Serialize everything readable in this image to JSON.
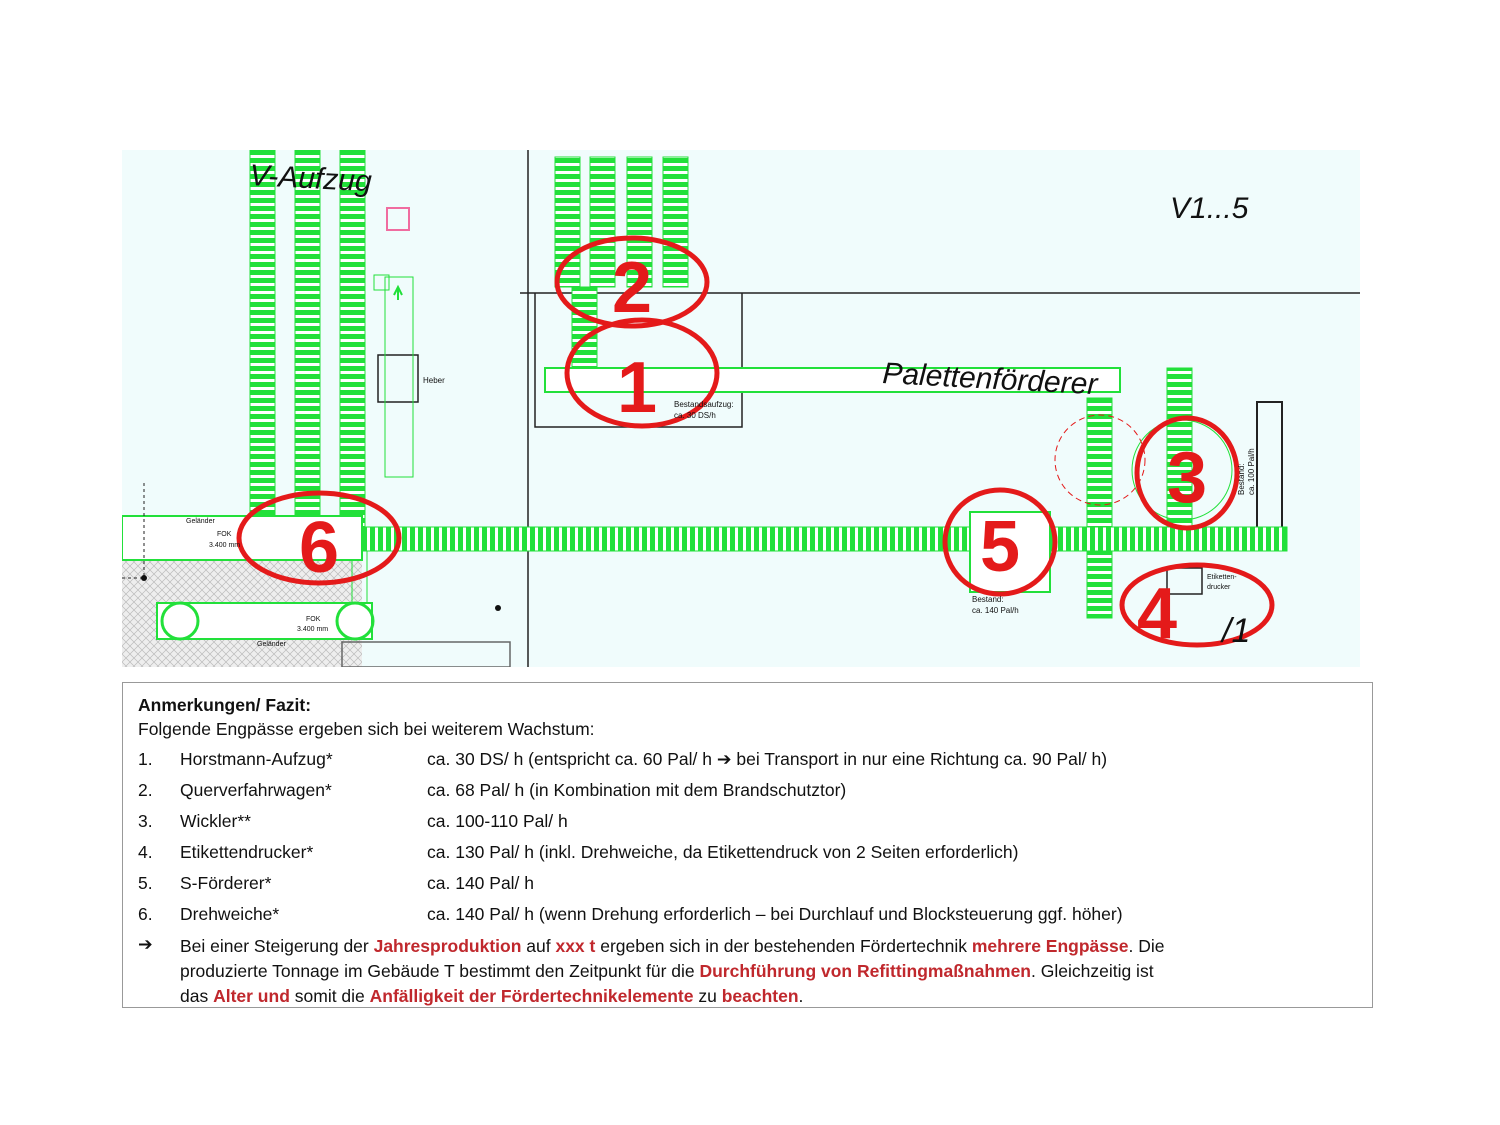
{
  "diagram": {
    "labels": {
      "v_aufzug": "V-Aufzug",
      "v1_5": "V1...5",
      "palettenfoerderer": "Palettenförderer",
      "heber": "Heber",
      "bestandsaufzug": "Bestandsaufzug:",
      "bestandsaufzug_rate": "ca. 30 DS/h",
      "gelaender_top": "Geländer",
      "gelaender_bottom": "Geländer",
      "fok_top": "FOK",
      "fok_top_height": "3.400 mm",
      "fok_bottom": "FOK",
      "fok_bottom_height": "3.400 mm",
      "bestand_5": "Bestand:",
      "bestand_5_rate": "ca. 140 Pal/h",
      "bestand_3": "Bestand:",
      "bestand_3_rate": "ca. 100 Pal/h",
      "etikettendrucker": "Etiketten-",
      "etikettendrucker_2": "drucker",
      "v1": "/1"
    },
    "markers": [
      "1",
      "2",
      "3",
      "4",
      "5",
      "6"
    ],
    "colors": {
      "conveyor": "#22e03a",
      "marker": "#e41a1a",
      "background": "#f0fcfc"
    }
  },
  "notes": {
    "title": "Anmerkungen/ Fazit:",
    "intro": "Folgende Engpässe ergeben sich bei weiterem Wachstum:",
    "items": [
      {
        "num": "1.",
        "name": "Horstmann-Aufzug*",
        "value": "ca. 30 DS/ h (entspricht ca. 60 Pal/ h ➔ bei Transport in nur eine Richtung ca. 90 Pal/ h)"
      },
      {
        "num": "2.",
        "name": "Querverfahrwagen*",
        "value": "ca. 68 Pal/ h (in Kombination mit dem Brandschutztor)"
      },
      {
        "num": "3.",
        "name": "Wickler**",
        "value": "ca. 100-110 Pal/ h"
      },
      {
        "num": "4.",
        "name": "Etikettendrucker*",
        "value": "ca. 130 Pal/ h (inkl. Drehweiche, da Etikettendruck von 2 Seiten erforderlich)"
      },
      {
        "num": "5.",
        "name": "S-Förderer*",
        "value": "ca. 140 Pal/ h"
      },
      {
        "num": "6.",
        "name": "Drehweiche*",
        "value": "ca. 140 Pal/ h (wenn Drehung erforderlich – bei Durchlauf und Blocksteuerung ggf. höher)"
      }
    ],
    "conclusion": {
      "arrow": "➔",
      "p1": "Bei einer Steigerung der ",
      "r1": "Jahresproduktion",
      "p2": " auf ",
      "r2": "xxx t",
      "p3": " ergeben sich in der bestehenden Fördertechnik ",
      "r3": "mehrere Engpässe",
      "p4": ". Die",
      "p5": "produzierte Tonnage im Gebäude T bestimmt den Zeitpunkt für die ",
      "r5": "Durchführung von Refittingmaßnahmen",
      "p6": ". Gleichzeitig ist",
      "p7": "das ",
      "r7": "Alter und",
      "p8": " somit die ",
      "r8": "Anfälligkeit der Fördertechnikelemente",
      "p9": " zu ",
      "r9": "beachten",
      "p10": "."
    }
  }
}
